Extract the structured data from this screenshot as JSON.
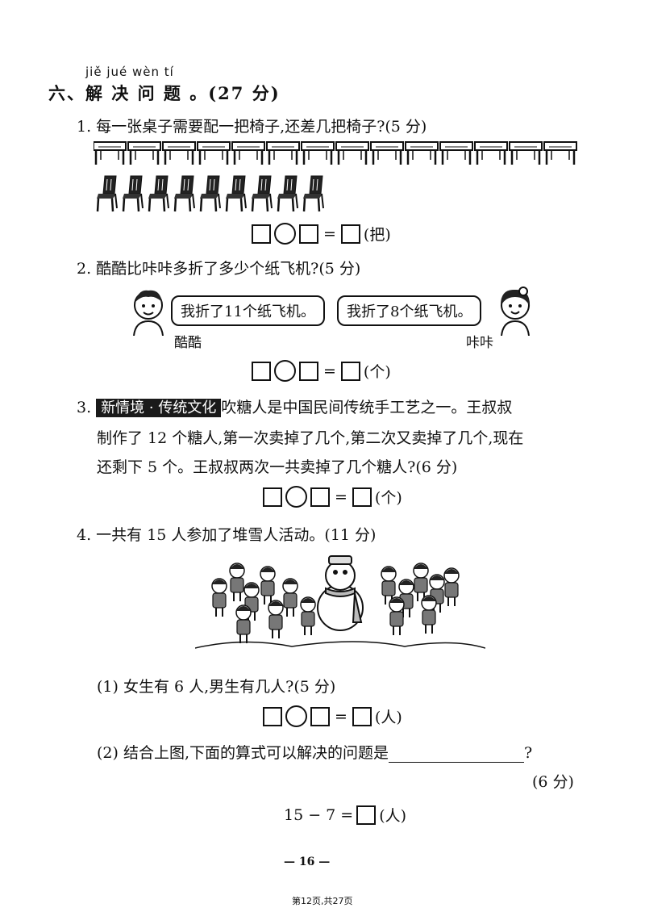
{
  "section": {
    "pinyin": "jiě  jué  wèn  tí",
    "title": "六、解 决 问 题 。(27 分)"
  },
  "q1": {
    "text": "1. 每一张桌子需要配一把椅子,还差几把椅子?(5 分)",
    "table_count": 14,
    "chair_count": 9,
    "equals": "=",
    "unit": "(把)"
  },
  "q2": {
    "text": "2. 酷酷比咔咔多折了多少个纸飞机?(5 分)",
    "bubble_left": "我折了11个纸飞机。",
    "bubble_right": "我折了8个纸飞机。",
    "name_left": "酷酷",
    "name_right": "咔咔",
    "equals": "=",
    "unit": "(个)"
  },
  "q3": {
    "number": "3.",
    "tag": "新情境 · 传统文化",
    "line1": "吹糖人是中国民间传统手工艺之一。王叔叔",
    "line2": "制作了 12 个糖人,第一次卖掉了几个,第二次又卖掉了几个,现在",
    "line3": "还剩下 5 个。王叔叔两次一共卖掉了几个糖人?(6 分)",
    "equals": "=",
    "unit": "(个)"
  },
  "q4": {
    "text": "4. 一共有 15 人参加了堆雪人活动。(11 分)",
    "sub1": "(1) 女生有 6 人,男生有几人?(5 分)",
    "sub1_equals": "=",
    "sub1_unit": "(人)",
    "sub2": "(2) 结合上图,下面的算式可以解决的问题是",
    "sub2_end": "?",
    "sub2_score": "(6 分)",
    "formula": "15 − 7 =",
    "formula_unit": "(人)"
  },
  "footer": {
    "page": "— 16 —",
    "small": "第12页,共27页"
  }
}
